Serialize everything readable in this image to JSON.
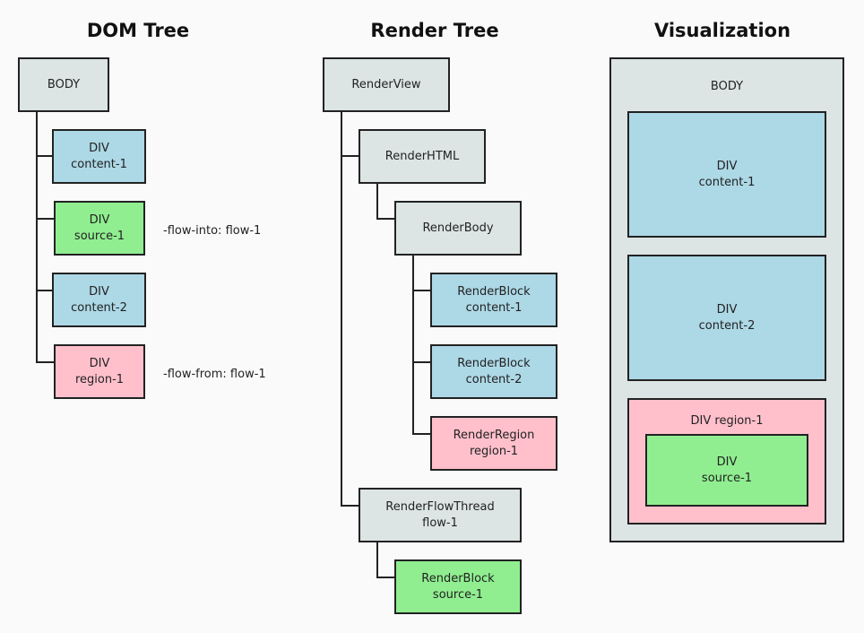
{
  "headings": {
    "dom": "DOM Tree",
    "render": "Render Tree",
    "vis": "Visualization"
  },
  "dom_tree": {
    "body": "BODY",
    "nodes": [
      {
        "tag": "DIV",
        "id": "content-1"
      },
      {
        "tag": "DIV",
        "id": "source-1"
      },
      {
        "tag": "DIV",
        "id": "content-2"
      },
      {
        "tag": "DIV",
        "id": "region-1"
      }
    ],
    "notes": {
      "flow_into": "-flow-into: flow-1",
      "flow_from": "-flow-from: flow-1"
    }
  },
  "render_tree": {
    "view": "RenderView",
    "html": "RenderHTML",
    "body": "RenderBody",
    "blocks": [
      {
        "name": "RenderBlock",
        "id": "content-1"
      },
      {
        "name": "RenderBlock",
        "id": "content-2"
      },
      {
        "name": "RenderRegion",
        "id": "region-1"
      }
    ],
    "flow_thread": {
      "name": "RenderFlowThread",
      "id": "flow-1"
    },
    "flow_block": {
      "name": "RenderBlock",
      "id": "source-1"
    }
  },
  "visualization": {
    "body": "BODY",
    "content1": {
      "tag": "DIV",
      "id": "content-1"
    },
    "content2": {
      "tag": "DIV",
      "id": "content-2"
    },
    "region": "DIV region-1",
    "source": {
      "tag": "DIV",
      "id": "source-1"
    }
  },
  "colors": {
    "gray": "#dce4e4",
    "blue": "#add8e6",
    "green": "#90ee90",
    "pink": "#ffc0cb"
  }
}
